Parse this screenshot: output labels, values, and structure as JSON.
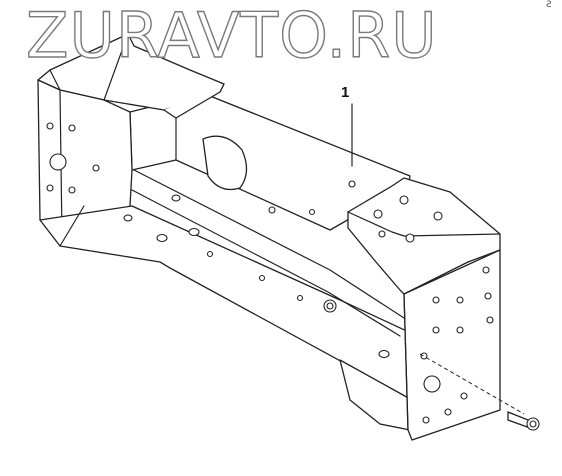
{
  "watermark": {
    "text": "ZURAVTO.RU"
  },
  "corner_mark": "Ƨ",
  "drawing": {
    "callout_label": "1",
    "subject": "crossmember-bracket",
    "fastener": "flange-bolt",
    "line_color": "#222222",
    "watermark_color": "#7a7a7a"
  }
}
